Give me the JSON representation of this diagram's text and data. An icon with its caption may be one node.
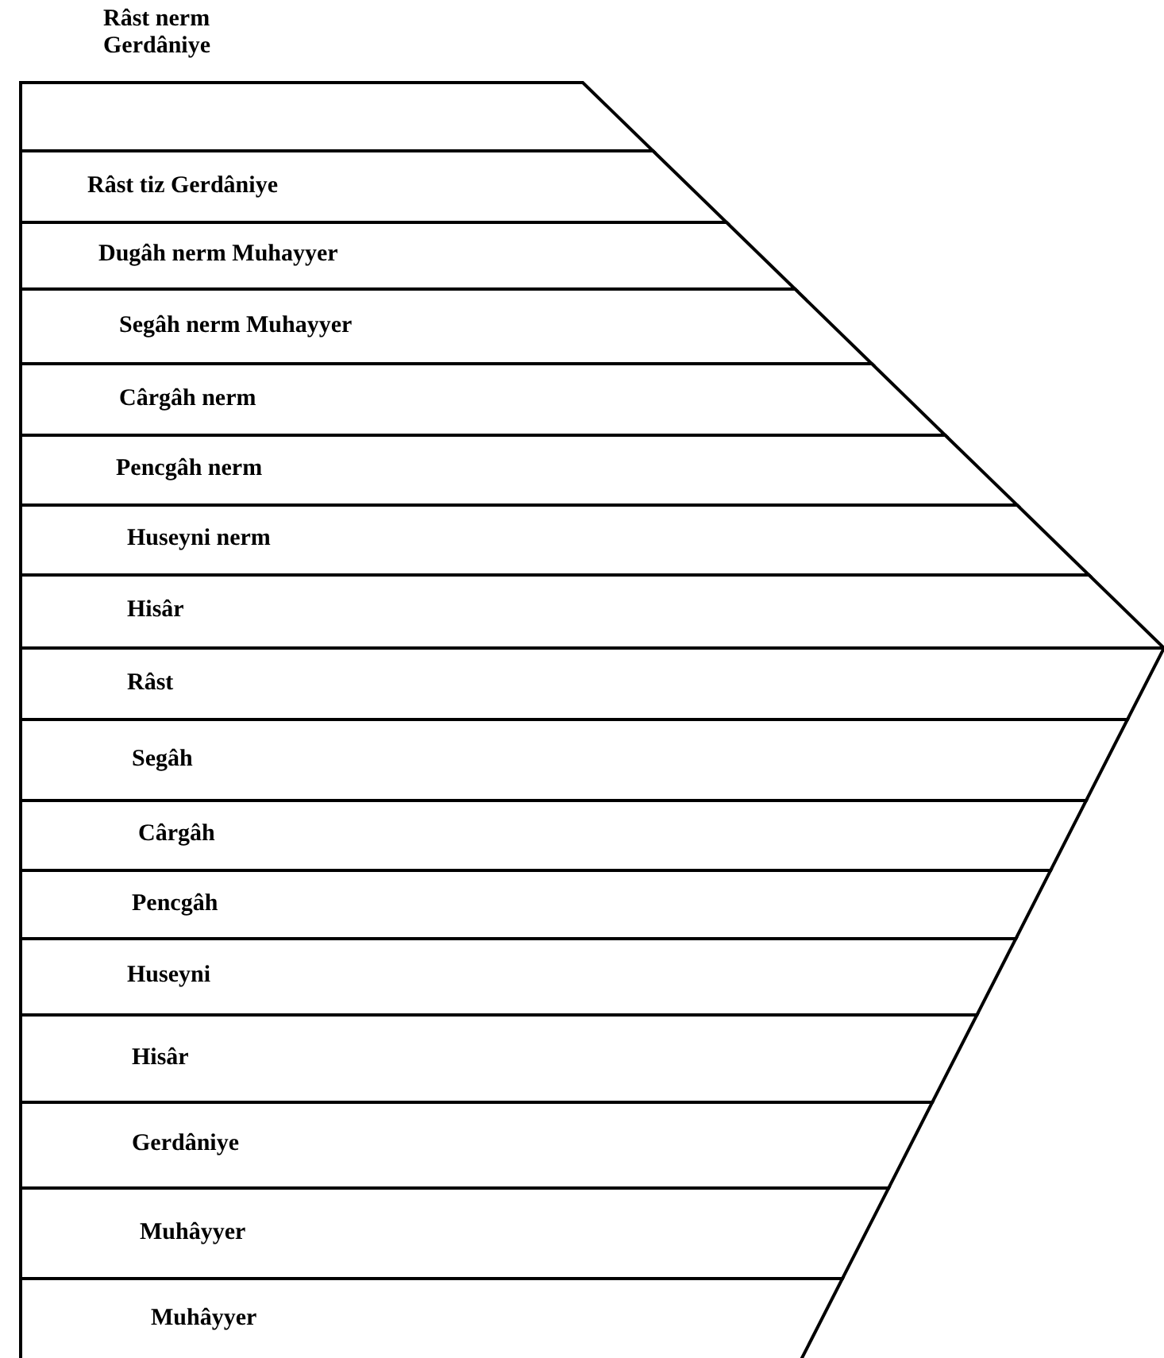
{
  "diagram": {
    "nodes": [
      {
        "text": [
          "Râst nerm Gerdâniye"
        ]
      },
      {
        "text": [
          "Râst tiz Gerdâniye"
        ]
      },
      {
        "text": [
          "Dugâh nerm Muhayyer"
        ]
      },
      {
        "text": [
          "Segâh nerm Muhayyer"
        ]
      },
      {
        "text": [
          "Cârgâh nerm"
        ]
      },
      {
        "text": [
          "Pencgâh nerm"
        ]
      },
      {
        "text": [
          "Huseyni nerm"
        ]
      },
      {
        "text": [
          "Hisâr"
        ]
      },
      {
        "text": [
          "Râst"
        ]
      },
      {
        "text": [
          "Segâh"
        ]
      },
      {
        "text": [
          "Cârgâh"
        ]
      },
      {
        "text": [
          "Pencgâh"
        ]
      },
      {
        "text": [
          "Huseyni"
        ]
      },
      {
        "text": [
          "Hisâr"
        ]
      },
      {
        "text": [
          "Gerdâniye"
        ]
      },
      {
        "text": [
          "Muhâyyer"
        ]
      },
      {
        "text": [
          "Muhâyyer"
        ]
      }
    ]
  }
}
